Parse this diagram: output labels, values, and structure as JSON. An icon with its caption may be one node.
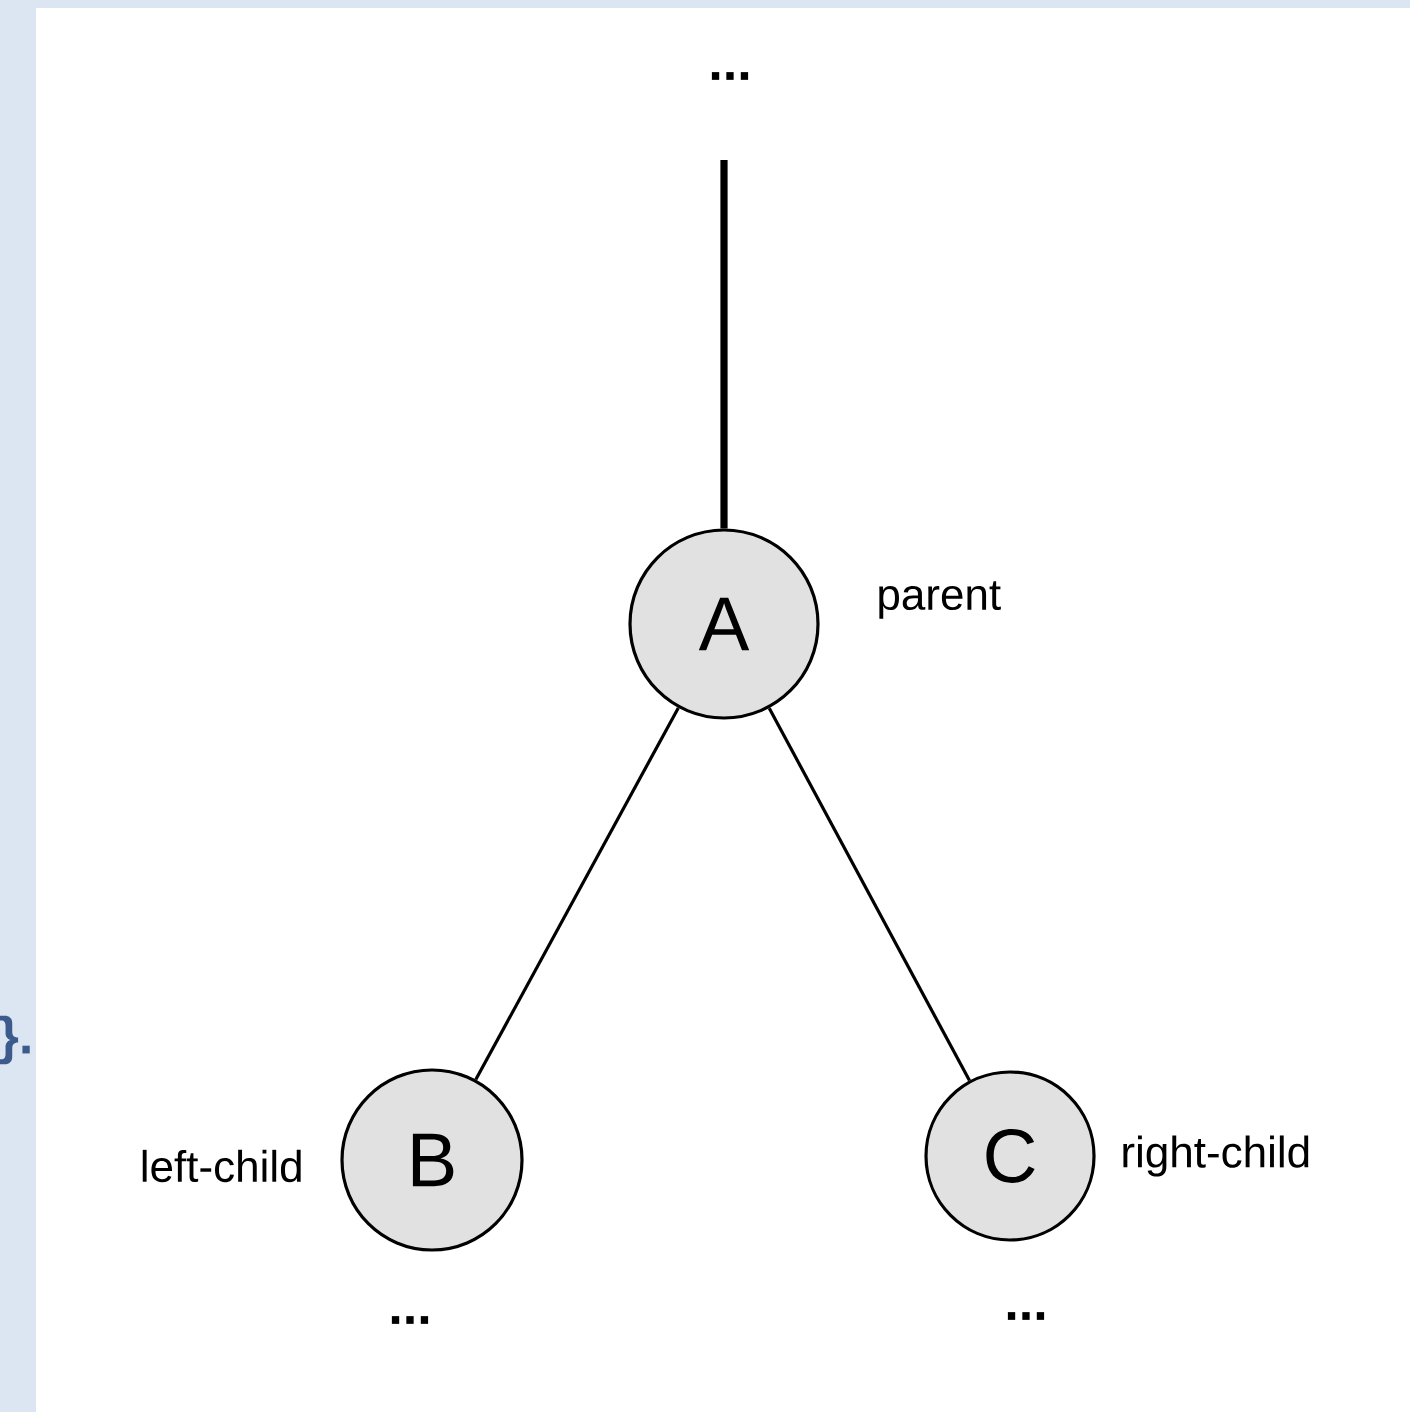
{
  "diagram": {
    "nodes": [
      {
        "text": [
          "A"
        ],
        "beside": [
          "parent"
        ]
      },
      {
        "text": [
          "B"
        ],
        "beside": [
          "left-child"
        ]
      },
      {
        "text": [
          "C"
        ],
        "beside": [
          "right-child"
        ]
      }
    ],
    "edges": [
      {
        "from": null,
        "to": 0,
        "arrow": "none",
        "style": "thick"
      },
      {
        "from": 0,
        "to": 1,
        "arrow": "none"
      },
      {
        "from": 0,
        "to": 2,
        "arrow": "none"
      }
    ],
    "labels": [
      "...",
      "}.",
      "...",
      "..."
    ]
  }
}
